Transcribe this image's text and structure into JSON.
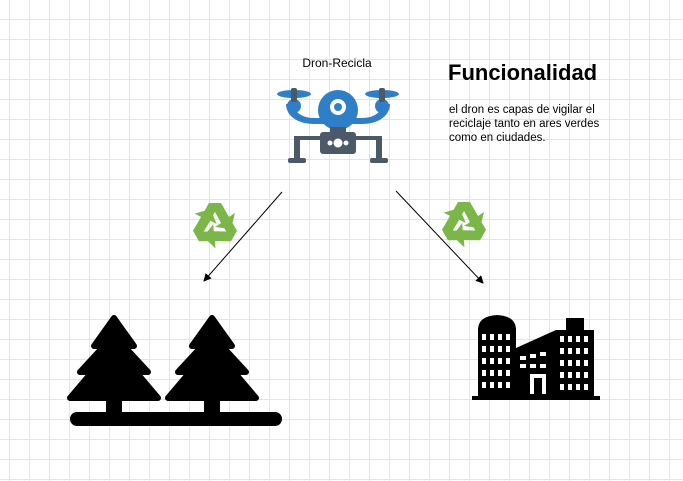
{
  "diagram": {
    "drone_label": "Dron-Recicla",
    "title": "Funcionalidad",
    "description": "el dron es capas de vigilar el reciclaje tanto en ares verdes como en ciudades."
  },
  "colors": {
    "drone": "#2f7fc8",
    "drone_dark": "#4b5968",
    "recycle": "#7ab648",
    "silhouette": "#000000",
    "grid": "#e4e4e4"
  },
  "icons": {
    "drone": "drone-icon",
    "recycle_left": "recycle-icon",
    "recycle_right": "recycle-icon",
    "trees": "pine-trees-icon",
    "city": "city-buildings-icon"
  }
}
